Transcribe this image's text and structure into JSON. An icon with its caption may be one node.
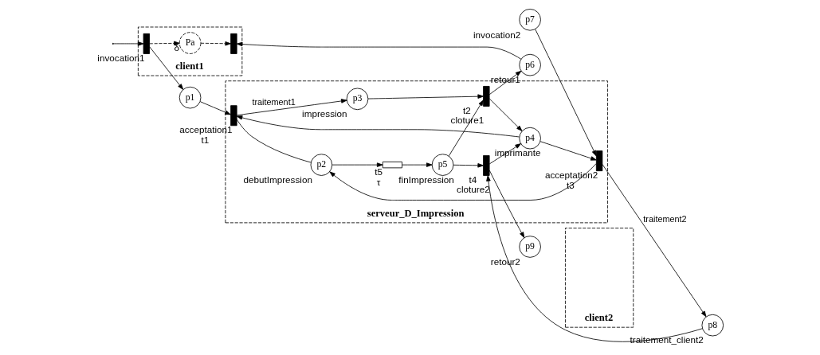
{
  "diagram": {
    "nodes": [
      {
        "text": [
          "client1"
        ]
      },
      {
        "text": [
          "serveur_D_Impression"
        ]
      },
      {
        "text": [
          "client2"
        ]
      },
      {
        "text": [],
        "shape": "bar",
        "in": 0,
        "beside": [
          "invocation1"
        ]
      },
      {
        "text": [
          "p1"
        ]
      },
      {
        "text": [],
        "shape": "bar",
        "in": 1,
        "beside": [
          "acceptation1",
          "t1"
        ]
      },
      {
        "text": [
          "p2"
        ],
        "in": 1,
        "beside": [
          "debutImpression"
        ]
      },
      {
        "text": [],
        "shape": "bar",
        "in": 1,
        "beside": [
          "acceptation2",
          "t3"
        ]
      },
      {
        "text": [
          "p7"
        ],
        "beside": [
          "invocation2"
        ]
      },
      {
        "text": [
          "Pa"
        ],
        "in": 0,
        "beside": [
          "δ"
        ]
      },
      {
        "text": [
          "p3"
        ],
        "in": 1,
        "beside": [
          "impression"
        ]
      },
      {
        "text": [],
        "shape": "box",
        "in": 1,
        "beside": [
          "t5",
          "τ"
        ]
      },
      {
        "text": [
          "p4"
        ],
        "in": 1,
        "beside": [
          "imprimante"
        ]
      },
      {
        "text": [
          "p8"
        ],
        "beside": [
          "traitement_client2"
        ]
      },
      {
        "text": [],
        "shape": "bar",
        "in": 0
      },
      {
        "text": [
          "p6"
        ],
        "beside": [
          "retour1"
        ]
      },
      {
        "text": [],
        "shape": "bar",
        "in": 1,
        "beside": [
          "t2",
          "cloture1"
        ]
      },
      {
        "text": [
          "p5"
        ],
        "in": 1,
        "beside": [
          "finImpression"
        ]
      },
      {
        "text": [],
        "shape": "bar",
        "in": 1,
        "beside": [
          "t4",
          "cloture2"
        ]
      },
      {
        "text": [
          "p9"
        ],
        "beside": [
          "retour2"
        ]
      }
    ],
    "edges": [
      {
        "from": null,
        "to": 3,
        "arrow": "to"
      },
      {
        "from": 3,
        "to": 4,
        "arrow": "to"
      },
      {
        "from": 3,
        "to": 9,
        "arrow": "to",
        "style": "dashed"
      },
      {
        "from": 9,
        "to": 14,
        "arrow": "to",
        "style": "dashed"
      },
      {
        "from": 15,
        "to": 14,
        "arrow": "to"
      },
      {
        "from": 4,
        "to": 5,
        "arrow": "to"
      },
      {
        "from": 5,
        "to": 6,
        "arrow": "none"
      },
      {
        "from": 7,
        "to": 6,
        "arrow": "to"
      },
      {
        "from": 8,
        "to": 7,
        "arrow": "to"
      },
      {
        "from": 5,
        "to": 10,
        "arrow": "to",
        "label": "traitement1"
      },
      {
        "from": 12,
        "to": 5,
        "arrow": "to"
      },
      {
        "from": 12,
        "to": 7,
        "arrow": "to"
      },
      {
        "from": 7,
        "to": 13,
        "arrow": "to",
        "label": "traitement2"
      },
      {
        "from": 6,
        "to": 11,
        "arrow": "to"
      },
      {
        "from": 11,
        "to": 17,
        "arrow": "to"
      },
      {
        "from": 10,
        "to": 16,
        "arrow": "to"
      },
      {
        "from": 16,
        "to": 12,
        "arrow": "to"
      },
      {
        "from": 17,
        "to": 16,
        "arrow": "to"
      },
      {
        "from": 16,
        "to": 15,
        "arrow": "to"
      },
      {
        "from": 17,
        "to": 18,
        "arrow": "to"
      },
      {
        "from": 18,
        "to": 12,
        "arrow": "to"
      },
      {
        "from": 13,
        "to": 18,
        "arrow": "to"
      },
      {
        "from": 18,
        "to": 19,
        "arrow": "to"
      }
    ]
  }
}
